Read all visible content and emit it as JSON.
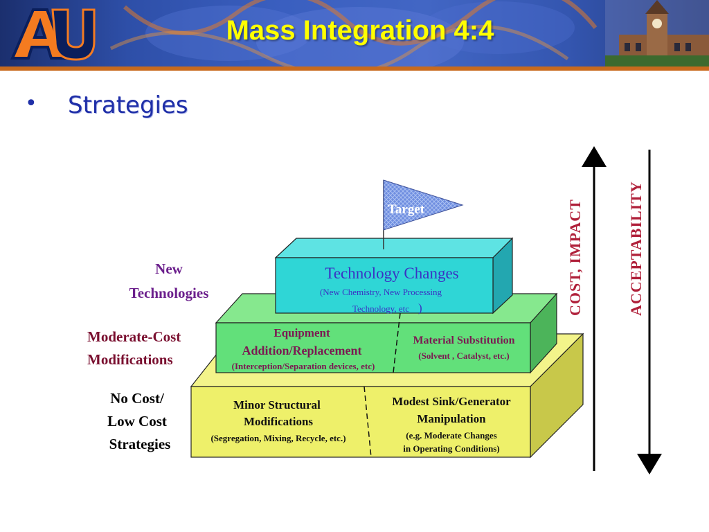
{
  "slide": {
    "title": "Mass Integration 4:4",
    "bullet": "Strategies",
    "logo_text": "AU"
  },
  "diagram": {
    "target_flag": "Target",
    "tiers": {
      "top": {
        "title": "Technology Changes",
        "subtitle_line1": "(New Chemistry, New Processing",
        "subtitle_line2": "Technology, etc",
        "subtitle_close": ")"
      },
      "middle": {
        "left_line1": "Equipment",
        "left_line2": "Addition/Replacement",
        "left_line3": "(Interception/Separation devices, etc)",
        "right_line1": "Material Substitution",
        "right_line2": "(Solvent , Catalyst, etc.)"
      },
      "bottom": {
        "left_line1": "Minor Structural",
        "left_line2": "Modifications",
        "left_line3": "(Segregation, Mixing, Recycle, etc.)",
        "right_line1": "Modest Sink/Generator",
        "right_line2": "Manipulation",
        "right_line3": "(e.g. Moderate Changes",
        "right_line4": "in Operating Conditions)"
      }
    },
    "side_labels": {
      "new_tech_line1": "New",
      "new_tech_line2": "Technologies",
      "moderate_line1": "Moderate-Cost",
      "moderate_line2": "Modifications",
      "nocost_line1": "No Cost/",
      "nocost_line2": "Low Cost",
      "nocost_line3": "Strategies"
    },
    "axes": {
      "cost_impact": "COST, IMPACT",
      "acceptability": "ACCEPTABILITY"
    },
    "colors": {
      "top_front": "#2fd6d6",
      "top_top": "#5ee3e3",
      "top_side": "#23a7b0",
      "mid_front": "#62e07a",
      "mid_top": "#86e88e",
      "mid_side": "#4cb45a",
      "bot_front": "#eef06a",
      "bot_top": "#f3f48a",
      "bot_side": "#c8c84a",
      "purple_label": "#6b1f8c",
      "maroon_label": "#7a1030",
      "axis_label": "#b0203a",
      "top_title": "#3a32c4",
      "mid_text": "#7b1a52"
    }
  }
}
